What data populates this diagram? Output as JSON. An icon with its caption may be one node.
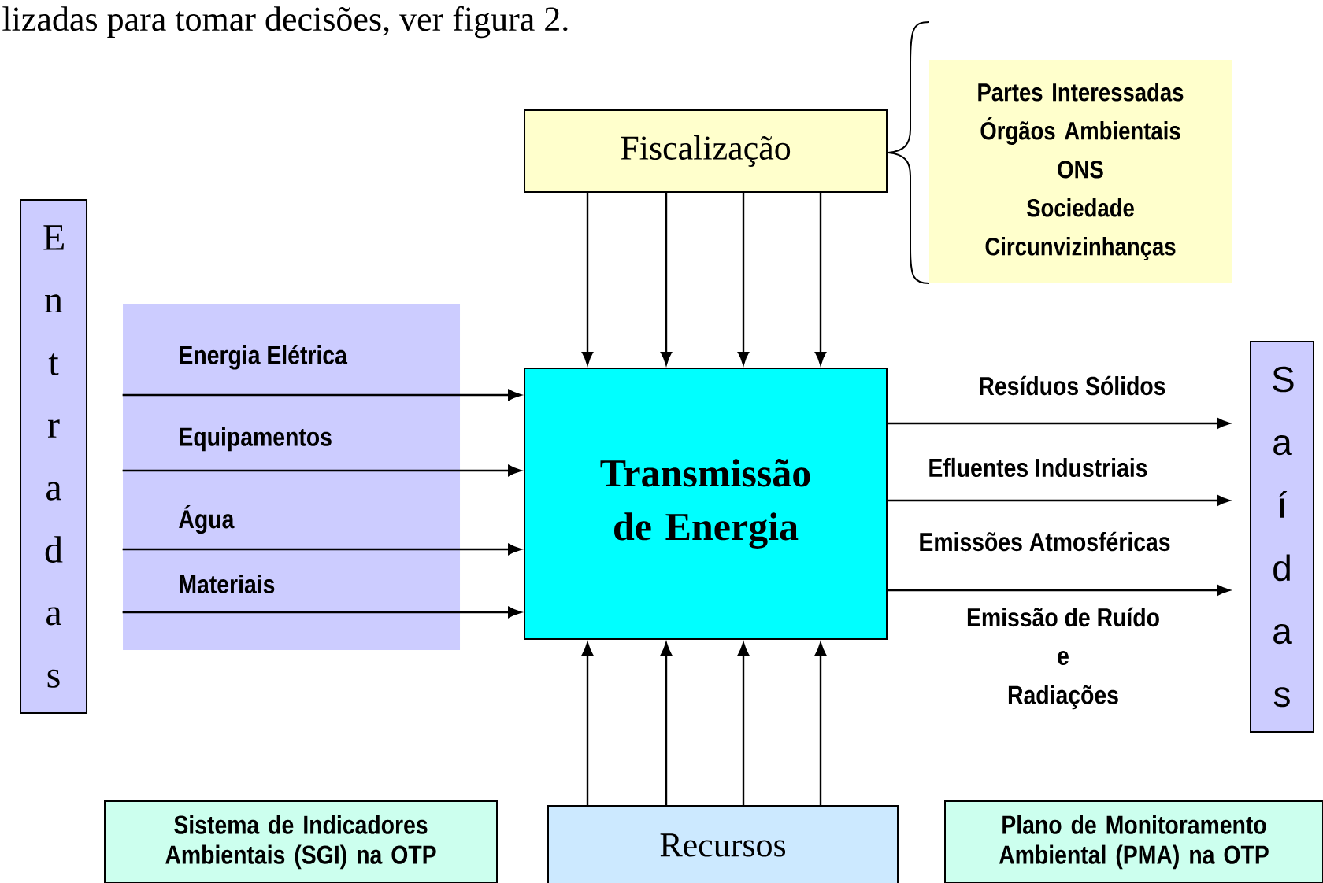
{
  "diagram": {
    "nodes": [
      {
        "text": [
          "Fiscalização"
        ]
      },
      {
        "text": [
          "Partes Interessadas",
          "Órgãos Ambientais",
          "ONS",
          "Sociedade",
          "Circunvizinhanças"
        ]
      },
      {
        "text": [
          "Entradas"
        ]
      },
      {
        "text": [
          "Transmissão de Energia"
        ]
      },
      {
        "text": [
          "Saídas"
        ]
      },
      {
        "text": [
          "Sistema de Indicadores Ambientais (SGI) na OTP"
        ]
      },
      {
        "text": [
          "Recursos"
        ]
      },
      {
        "text": [
          "Plano de Monitoramento Ambiental (PMA) na OTP"
        ]
      },
      {
        "text": [],
        "shape": "box"
      }
    ],
    "edges": [
      {
        "from": 0,
        "to": 3,
        "arrow": "to"
      },
      {
        "from": 0,
        "to": 3,
        "arrow": "to"
      },
      {
        "from": 0,
        "to": 3,
        "arrow": "to"
      },
      {
        "from": 0,
        "to": 3,
        "arrow": "to"
      },
      {
        "from": 8,
        "to": 3,
        "arrow": "to",
        "label": "Energia Elétrica"
      },
      {
        "from": 8,
        "to": 3,
        "arrow": "to",
        "label": "Equipamentos"
      },
      {
        "from": 8,
        "to": 3,
        "arrow": "to",
        "label": "Água"
      },
      {
        "from": 8,
        "to": 3,
        "arrow": "to",
        "label": "Materiais"
      },
      {
        "from": 3,
        "to": 4,
        "arrow": "to",
        "label": "Resíduos Sólidos"
      },
      {
        "from": 3,
        "to": 4,
        "arrow": "to",
        "label": "Efluentes Industriais"
      },
      {
        "from": 3,
        "to": 4,
        "arrow": "to",
        "label": "Emissões Atmosféricas"
      },
      {
        "from": 6,
        "to": 3,
        "arrow": "to"
      },
      {
        "from": 6,
        "to": 3,
        "arrow": "to"
      },
      {
        "from": 6,
        "to": 3,
        "arrow": "to"
      },
      {
        "from": 6,
        "to": 3,
        "arrow": "to"
      }
    ],
    "labels": [
      "lizadas para tomar decisões, ver figura 2.",
      "Emissão de Ruído",
      "e",
      "Radiações"
    ]
  }
}
